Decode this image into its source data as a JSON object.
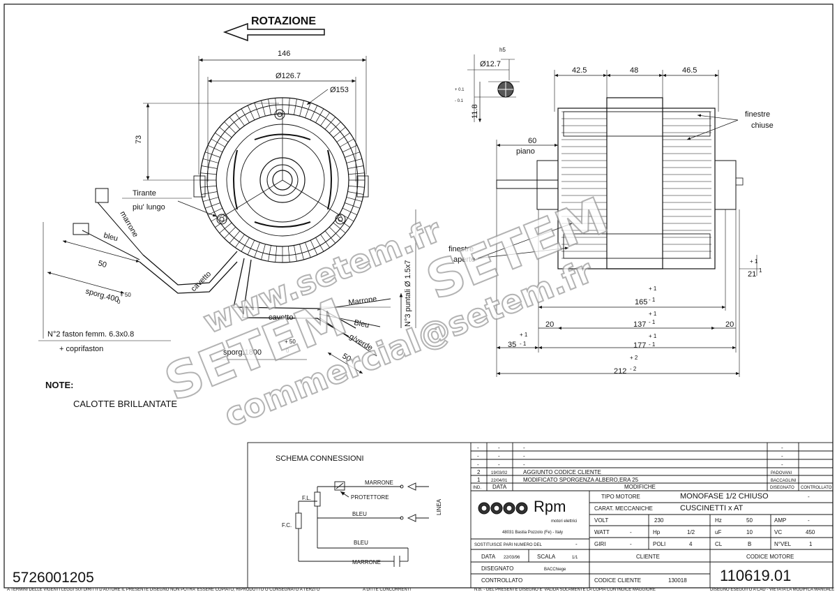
{
  "title": {
    "rotation": "ROTAZIONE",
    "note": "NOTE:",
    "note_text": "CALOTTE BRILLANTATE",
    "part_number": "5726001205"
  },
  "front_view": {
    "dim_width": "146",
    "dim_d1": "Ø126.7",
    "dim_d2": "Ø153",
    "dim_h": "73",
    "tirante_1": "Tirante",
    "tirante_2": "piu' lungo",
    "wire_marrone": "marrone",
    "wire_bleu": "bleu",
    "cavetto_1": "cavetto",
    "cavetto_2": "cavetto",
    "dim_50a": "50",
    "sporg400": "sporg.400",
    "tol_plus50": "+ 50",
    "tol_zero": "0",
    "faston": "N°2 faston femm. 6.3x0.8",
    "copri": "+ coprifaston",
    "marrone2": "Marrone",
    "bleu2": "Bleu",
    "gverde": "g/verde",
    "puntali": "N°3 puntali Ø 1.5x7",
    "sporg1800": "sporg.1800",
    "tol2_plus": "+ 50",
    "tol2_zero": "0",
    "dim_50b": "50"
  },
  "side_view": {
    "shaft_h5": "h5",
    "shaft_dia": "Ø12.7",
    "tol_p": "+ 0.1",
    "tol_m": "- 0.1",
    "dim_118": "11.8",
    "d425": "42.5",
    "d48": "48",
    "d465": "46.5",
    "d60": "60",
    "piano": "piano",
    "finestre_chiuse_1": "finestre",
    "finestre_chiuse_2": "chiuse",
    "finestre_aperte_1": "finestre",
    "finestre_aperte_2": "aperte",
    "d21": "21",
    "d165": "165",
    "d137": "137",
    "d20a": "20",
    "d20b": "20",
    "d35": "35",
    "d177": "177",
    "d212": "212",
    "tol_p1": "+ 1",
    "tol_m1": "- 1",
    "tol_p2": "+ 2",
    "tol_m2": "- 2",
    "sup1": "1"
  },
  "schema": {
    "title": "SCHEMA CONNESSIONI",
    "marrone": "MARRONE",
    "protettore": "PROTETTORE",
    "bleu": "BLEU",
    "bleu2": "BLEU",
    "marrone2": "MARRONE",
    "fl": "F.L.",
    "fc": "F.C.",
    "linea": "LINEA"
  },
  "revisions": {
    "dash": "-",
    "rows": [
      {
        "no": "2",
        "date": "19/03/02",
        "desc": "AGGIUNTO CODICE CLIENTE",
        "by": "PADOVANI"
      },
      {
        "no": "1",
        "date": "22/04/01",
        "desc": "MODIFICATO SPORGENZA ALBERO,ERA 25",
        "by": "BACCAGLINI"
      }
    ],
    "h_ind": "IND.",
    "h_data": "DATA",
    "h_mod": "MODIFICHE",
    "h_dis": "DISEGNATO",
    "h_ctrl": "CONTROLLATO"
  },
  "company": {
    "name": "Rpm",
    "sub": "motori elettrici",
    "addr": "48031 Bastia Pozzolo (Fe) - Italy"
  },
  "specs": {
    "tipo_label": "TIPO MOTORE",
    "tipo_val": "MONOFASE 1/2 CHIUSO",
    "tipo_dash": "-",
    "carat_label": "CARAT. MECCANICHE",
    "carat_val": "CUSCINETTI x AT",
    "volt_l": "VOLT",
    "volt_v": "230",
    "hz_l": "Hz",
    "hz_v": "50",
    "amp_l": "AMP",
    "amp_v": "-",
    "watt_l": "WATT",
    "watt_v": "-",
    "hp_l": "Hp",
    "hp_v": "1/2",
    "uf_l": "uF",
    "uf_v": "10",
    "vc_l": "VC",
    "vc_v": "450",
    "giri_l": "GIRI",
    "giri_v": "-",
    "poli_l": "POLI",
    "poli_v": "4",
    "cl_l": "CL",
    "cl_v": "B",
    "nvel_l": "N°VEL",
    "nvel_v": "1",
    "sostituisce": "SOSTITUISCE PARI NUMERO DEL",
    "sost_dash": "-",
    "data_l": "DATA",
    "data_v": "22/03/96",
    "scala_l": "SCALA",
    "scala_v": "1/1",
    "cliente_l": "CLIENTE",
    "codice_motore_l": "CODICE MOTORE",
    "disegnato_l": "DISEGNATO",
    "disegnato_v": "BACChiege",
    "controllato_l": "CONTROLLATO",
    "codice_cliente_l": "CODICE CLIENTE",
    "codice_cliente_v": "130018",
    "codice_motore_v": "110619.01"
  },
  "footer": {
    "f1": "A TERMINI DELLE VIGENTI LEGGI SUI DIRITTI D'AUTORE IL PRESENTE DISEGNO NON POTRA' ESSERE COPIATO, RIPRODOTTO O CONSEGNATO A TERZI O",
    "f2": "A DITTE CONCORRENTI",
    "f3": "N.B. - DEL PRESENTE DISEGNO E' VALIDA SOLAMENTE LA COPIA CON INDICE MAGGIORE",
    "f4": "DISEGNO ESEGUITO A CAD - VIETATA LA MODIFICA MANUALE"
  },
  "watermark": {
    "w1": "SETEM",
    "w2": "www.setem.fr",
    "w3": "commercial@setem.fr",
    "w4": "SETEM"
  }
}
